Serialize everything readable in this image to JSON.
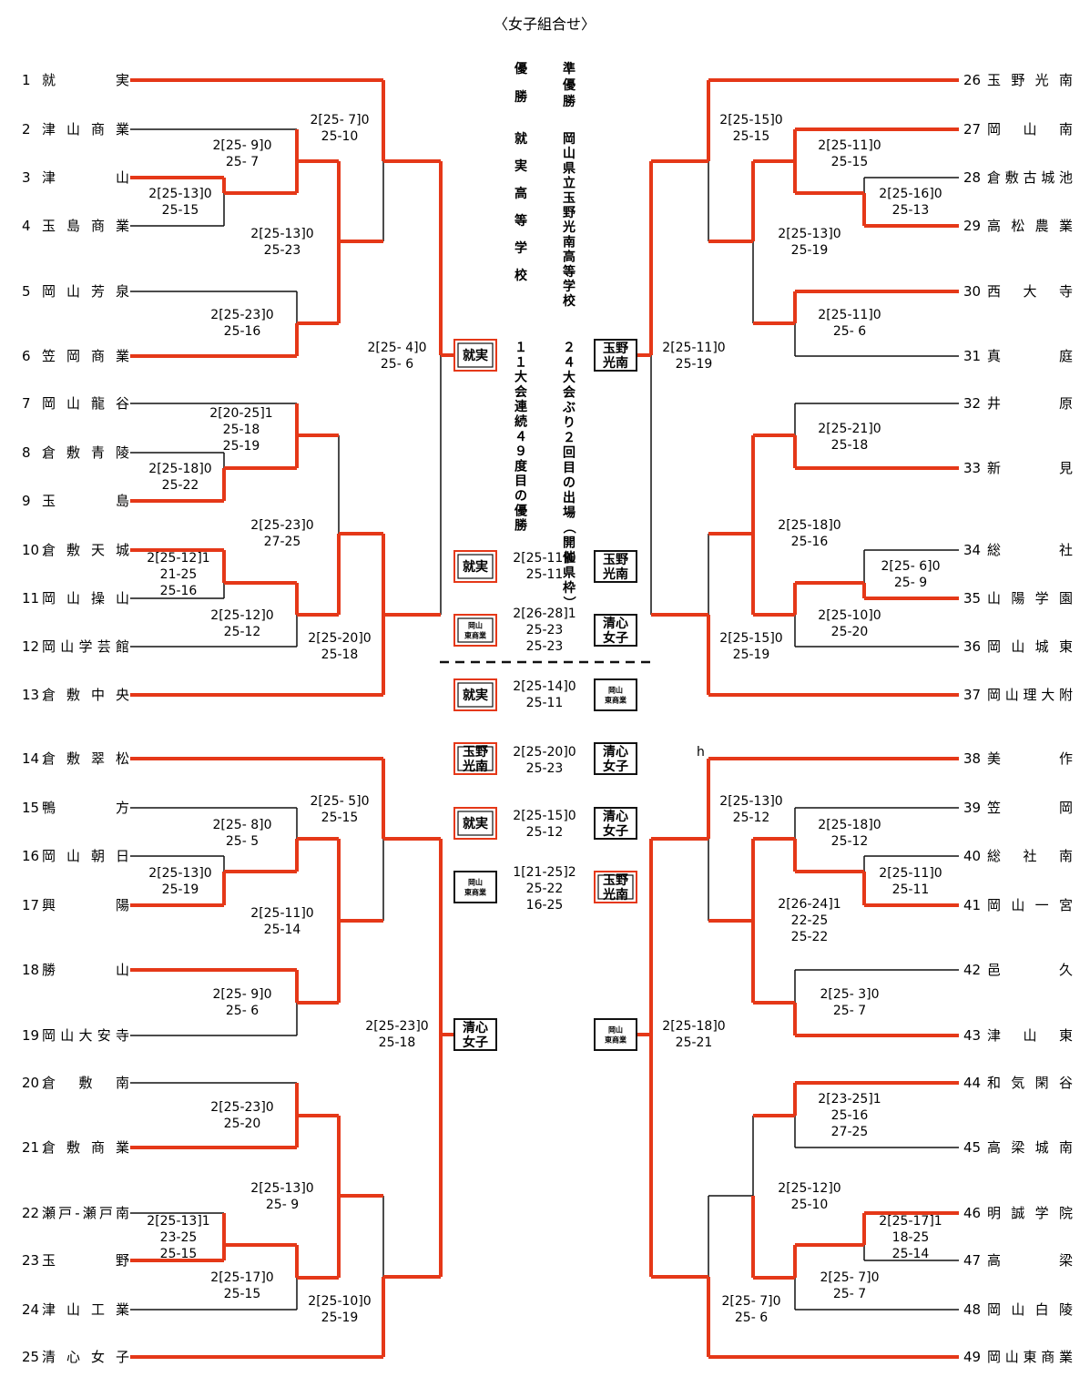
{
  "title": "〈女子組合せ〉",
  "teams": [
    {
      "no": "1",
      "name": "就　　　実"
    },
    {
      "no": "2",
      "name": "津 山 商 業"
    },
    {
      "no": "3",
      "name": "津　　　山"
    },
    {
      "no": "4",
      "name": "玉 島 商 業"
    },
    {
      "no": "5",
      "name": "岡 山 芳 泉"
    },
    {
      "no": "6",
      "name": "笠 岡 商 業"
    },
    {
      "no": "7",
      "name": "岡 山 龍 谷"
    },
    {
      "no": "8",
      "name": "倉 敷 青 陵"
    },
    {
      "no": "9",
      "name": "玉　　　島"
    },
    {
      "no": "10",
      "name": "倉 敷 天 城"
    },
    {
      "no": "11",
      "name": "岡 山 操 山"
    },
    {
      "no": "12",
      "name": "岡山学芸館"
    },
    {
      "no": "13",
      "name": "倉 敷 中 央"
    },
    {
      "no": "14",
      "name": "倉 敷 翠 松"
    },
    {
      "no": "15",
      "name": "鴨　　　方"
    },
    {
      "no": "16",
      "name": "岡 山 朝 日"
    },
    {
      "no": "17",
      "name": "興　　　陽"
    },
    {
      "no": "18",
      "name": "勝　　　山"
    },
    {
      "no": "19",
      "name": "岡山大安寺"
    },
    {
      "no": "20",
      "name": "倉　敷　南"
    },
    {
      "no": "21",
      "name": "倉 敷 商 業"
    },
    {
      "no": "22",
      "name": "瀬戸-瀬戸南"
    },
    {
      "no": "23",
      "name": "玉　　　野"
    },
    {
      "no": "24",
      "name": "津 山 工 業"
    },
    {
      "no": "25",
      "name": "清 心 女 子"
    },
    {
      "no": "26",
      "name": "玉 野 光 南"
    },
    {
      "no": "27",
      "name": "岡　山　南"
    },
    {
      "no": "28",
      "name": "倉敷古城池"
    },
    {
      "no": "29",
      "name": "高 松 農 業"
    },
    {
      "no": "30",
      "name": "西　大　寺"
    },
    {
      "no": "31",
      "name": "真　　　庭"
    },
    {
      "no": "32",
      "name": "井　　　原"
    },
    {
      "no": "33",
      "name": "新　　　見"
    },
    {
      "no": "34",
      "name": "総　　　社"
    },
    {
      "no": "35",
      "name": "山 陽 学 園"
    },
    {
      "no": "36",
      "name": "岡 山 城 東"
    },
    {
      "no": "37",
      "name": "岡山理大附"
    },
    {
      "no": "38",
      "name": "美　　　作"
    },
    {
      "no": "39",
      "name": "笠　　　岡"
    },
    {
      "no": "40",
      "name": "総　社　南"
    },
    {
      "no": "41",
      "name": "岡 山 一 宮"
    },
    {
      "no": "42",
      "name": "邑　　　久"
    },
    {
      "no": "43",
      "name": "津　山　東"
    },
    {
      "no": "44",
      "name": "和 気 閑 谷"
    },
    {
      "no": "45",
      "name": "高 梁 城 南"
    },
    {
      "no": "46",
      "name": "明 誠 学 院"
    },
    {
      "no": "47",
      "name": "高　　　梁"
    },
    {
      "no": "48",
      "name": "岡 山 白 陵"
    },
    {
      "no": "49",
      "name": "岡山東商業"
    }
  ],
  "scores": [
    [
      "2[25-13]0",
      "25-15"
    ],
    [
      "2[25- 9]0",
      "25- 7"
    ],
    [
      "2[25- 7]0",
      "25-10"
    ],
    [
      "2[25-23]0",
      "25-16"
    ],
    [
      "2[25-13]0",
      "25-23"
    ],
    [
      "2[25-18]0",
      "25-22"
    ],
    [
      "2[20-25]1",
      "25-18",
      "25-19"
    ],
    [
      "2[25-12]1",
      "21-25",
      "25-16"
    ],
    [
      "2[25-12]0",
      "25-12"
    ],
    [
      "2[25-23]0",
      "27-25"
    ],
    [
      "2[25-20]0",
      "25-18"
    ],
    [
      "2[25- 4]0",
      "25- 6"
    ],
    [
      "2[25-13]0",
      "25-19"
    ],
    [
      "2[25- 8]0",
      "25- 5"
    ],
    [
      "2[25- 5]0",
      "25-15"
    ],
    [
      "2[25- 9]0",
      "25- 6"
    ],
    [
      "2[25-11]0",
      "25-14"
    ],
    [
      "2[25-23]0",
      "25-20"
    ],
    [
      "2[25-13]1",
      "23-25",
      "25-15"
    ],
    [
      "2[25-17]0",
      "25-15"
    ],
    [
      "2[25-13]0",
      "25- 9"
    ],
    [
      "2[25-10]0",
      "25-19"
    ],
    [
      "2[25-23]0",
      "25-18"
    ],
    [
      "2[25-15]0",
      "25-15"
    ],
    [
      "2[25-16]0",
      "25-13"
    ],
    [
      "2[25-11]0",
      "25-15"
    ],
    [
      "2[25-11]0",
      "25- 6"
    ],
    [
      "2[25-13]0",
      "25-19"
    ],
    [
      "2[25-11]0",
      "25-19"
    ],
    [
      "2[25-21]0",
      "25-18"
    ],
    [
      "2[25- 6]0",
      "25- 9"
    ],
    [
      "2[25-10]0",
      "25-20"
    ],
    [
      "2[25-18]0",
      "25-16"
    ],
    [
      "2[25-15]0",
      "25-19"
    ],
    [
      "2[25-13]0",
      "25-12"
    ],
    [
      "2[25-11]0",
      "25-11"
    ],
    [
      "2[25-18]0",
      "25-12"
    ],
    [
      "2[25- 3]0",
      "25- 7"
    ],
    [
      "2[26-24]1",
      "22-25",
      "25-22"
    ],
    [
      "2[23-25]1",
      "25-16",
      "27-25"
    ],
    [
      "2[25-17]1",
      "18-25",
      "25-14"
    ],
    [
      "2[25- 7]0",
      "25- 7"
    ],
    [
      "2[25-12]0",
      "25-10"
    ],
    [
      "2[25- 7]0",
      "25- 6"
    ],
    [
      "2[25-18]0",
      "25-21"
    ],
    [
      "2[25-11]0",
      "25-11"
    ],
    [
      "2[26-28]1",
      "25-23",
      "25-23"
    ],
    [
      "2[25-14]0",
      "25-11"
    ],
    [
      "2[25-20]0",
      "25-23"
    ],
    [
      "2[25-15]0",
      "25-12"
    ],
    [
      "1[21-25]2",
      "25-22",
      "16-25"
    ]
  ],
  "boxes": {
    "shujitsu": "就実",
    "tamano1": "玉野",
    "tamano2": "光南",
    "seishin1": "清心",
    "seishin2": "女子",
    "higashi1": "岡山",
    "higashi2": "東商業"
  },
  "vertical": {
    "champ_label": "優勝",
    "champ_school": "就実高等学校",
    "champ_note": "１１大会連続４９度目の優勝",
    "runner_label": "準優勝",
    "runner_school": "岡山県立玉野光南高等学校",
    "runner_note": "２４大会ぶり２回目の出場（開催県枠）"
  },
  "stray_mark": "h",
  "colors": {
    "winner_line": "#e53818",
    "line": "#111111"
  }
}
